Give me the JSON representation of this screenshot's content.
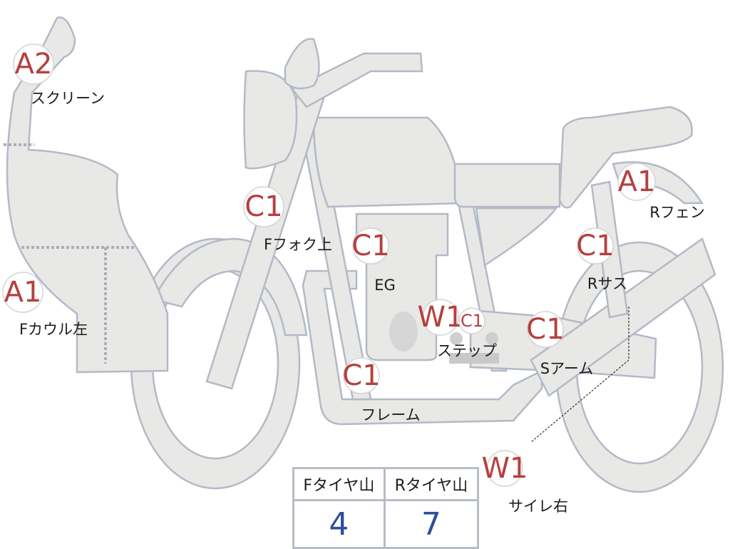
{
  "colors": {
    "part_fill": "#e8e8e6",
    "outline": "#b3b9c6",
    "code_red": "#b5403e",
    "value_blue": "#2d4e9c"
  },
  "markers": [
    {
      "code": "A2",
      "label": "スクリーン"
    },
    {
      "code": "A1",
      "label": "Fカウル左"
    },
    {
      "code": "C1",
      "label": "Fフォク上"
    },
    {
      "code": "C1",
      "label": "EG"
    },
    {
      "code": "W1",
      "label": "ステップ"
    },
    {
      "code": "C1",
      "label": ""
    },
    {
      "code": "C1",
      "label": "Sアーム"
    },
    {
      "code": "C1",
      "label": "フレーム"
    },
    {
      "code": "A1",
      "label": "Rフェン"
    },
    {
      "code": "C1",
      "label": "Rサス"
    },
    {
      "code": "W1",
      "label": "サイレ右"
    }
  ],
  "tire_table": {
    "headers": [
      "Fタイヤ山",
      "Rタイヤ山"
    ],
    "values": [
      "4",
      "7"
    ]
  }
}
